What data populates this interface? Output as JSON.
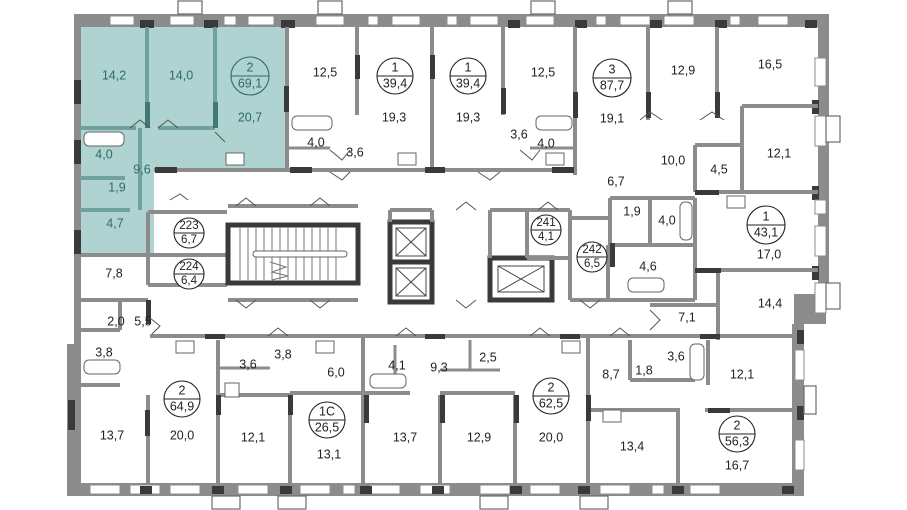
{
  "plan": {
    "highlight_color": "#aed3d1",
    "highlight_text_color": "#2f6b68",
    "wall_color": "#8c8c8c",
    "apartments": [
      {
        "id": "apt-2-69",
        "rooms": "2",
        "area": "69,1",
        "highlighted": true
      },
      {
        "id": "apt-1-39a",
        "rooms": "1",
        "area": "39,4",
        "highlighted": false
      },
      {
        "id": "apt-1-39b",
        "rooms": "1",
        "area": "39,4",
        "highlighted": false
      },
      {
        "id": "apt-3-87",
        "rooms": "3",
        "area": "87,7",
        "highlighted": false
      },
      {
        "id": "apt-1-43",
        "rooms": "1",
        "area": "43,1",
        "highlighted": false
      },
      {
        "id": "apt-2-64",
        "rooms": "2",
        "area": "64,9",
        "highlighted": false
      },
      {
        "id": "apt-1c-26",
        "rooms": "1С",
        "area": "26,5",
        "highlighted": false
      },
      {
        "id": "apt-2-62",
        "rooms": "2",
        "area": "62,5",
        "highlighted": false
      },
      {
        "id": "apt-2-56",
        "rooms": "2",
        "area": "56,3",
        "highlighted": false
      }
    ],
    "storage": [
      {
        "number": "223",
        "area": "6,7"
      },
      {
        "number": "224",
        "area": "6,4"
      },
      {
        "number": "241",
        "area": "4,1"
      },
      {
        "number": "242",
        "area": "6,5"
      }
    ],
    "rooms": {
      "a69_bed1": "14,2",
      "a69_bed2": "14,0",
      "a69_living": "20,7",
      "a69_bath": "4,0",
      "a69_hall": "9,6",
      "a69_wc": "1,9",
      "a69_closet": "4,7",
      "a39a_bed": "12,5",
      "a39a_bath": "4,0",
      "a39a_hall": "3,6",
      "a39a_living": "19,3",
      "a39b_living": "19,3",
      "a39b_bed": "12,5",
      "a39b_hall": "3,6",
      "a39b_bath": "4,0",
      "a87_living": "19,1",
      "a87_bed1": "12,9",
      "a87_bed2": "16,5",
      "a87_hall": "10,0",
      "a87_closet": "4,5",
      "a87_bed3": "12,1",
      "a87_corr": "6,7",
      "a87_wc": "1,9",
      "a87_bath": "4,0",
      "a43_living": "17,0",
      "a43_bath": "4,6",
      "a43_hall": "7,1",
      "a43_bed": "14,4",
      "a64_closet": "7,8",
      "a64_wc": "2,0",
      "a64_hall": "5,5",
      "a64_bath": "3,8",
      "a64_bed1": "13,7",
      "a64_living": "20,0",
      "a64_bed2": "12,1",
      "a26_bath": "3,6",
      "a26_hall": "3,8",
      "a26_kitchen": "6,0",
      "a26_room": "13,1",
      "a62_bath": "4,1",
      "a62_hall": "9,3",
      "a62_wc": "2,5",
      "a62_bed1": "13,7",
      "a62_bed2": "12,9",
      "a62_living": "20,0",
      "a56_hall": "8,7",
      "a56_wc": "1,8",
      "a56_bath": "3,6",
      "a56_bed": "12,1",
      "a56_kitchen": "13,4",
      "a56_living": "16,7"
    }
  }
}
